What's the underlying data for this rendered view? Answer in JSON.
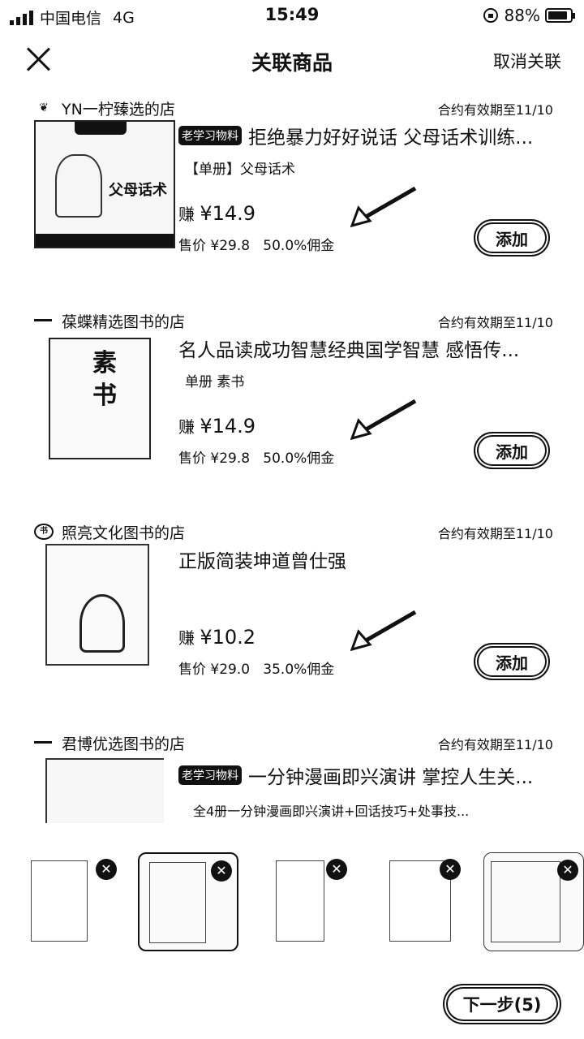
{
  "status_bar": {
    "carrier": "中国电信",
    "network": "4G",
    "time": "15:49",
    "battery": "88%",
    "battery_level": 0.88
  },
  "nav": {
    "title": "关联商品",
    "cancel_label": "取消关联"
  },
  "shops": [
    {
      "name": "YN一柠臻选的店",
      "expiry": "合约有效期至11/10",
      "product": {
        "badge": "老学习物料",
        "title": "拒绝暴力好好说话 父母话术训练...",
        "subtitle": "【单册】父母话术",
        "earn_label": "赚",
        "earn_value": "¥14.9",
        "price": "售价 ¥29.8",
        "commission": "50.0%佣金",
        "add_label": "添加"
      }
    },
    {
      "name": "葆蝶精选图书的店",
      "expiry": "合约有效期至11/10",
      "product": {
        "badge": "",
        "title": "名人品读成功智慧经典国学智慧 感悟传...",
        "subtitle": "单册 素书",
        "earn_label": "赚",
        "earn_value": "¥14.9",
        "price": "售价 ¥29.8",
        "commission": "50.0%佣金",
        "add_label": "添加"
      }
    },
    {
      "name": "照亮文化图书的店",
      "expiry": "合约有效期至11/10",
      "product": {
        "badge": "",
        "title": "正版简装坤道曾仕强",
        "subtitle": "",
        "earn_label": "赚",
        "earn_value": "¥10.2",
        "price": "售价 ¥29.0",
        "commission": "35.0%佣金",
        "add_label": "添加"
      }
    },
    {
      "name": "君博优选图书的店",
      "expiry": "合约有效期至11/10",
      "product": {
        "badge": "老学习物料",
        "title": "一分钟漫画即兴演讲 掌控人生关...",
        "subtitle": "全4册一分钟漫画即兴演讲+回话技巧+处事技..."
      }
    }
  ],
  "selected": {
    "remove_symbol": "✕",
    "count": 5
  },
  "next_label": "下一步(5)"
}
